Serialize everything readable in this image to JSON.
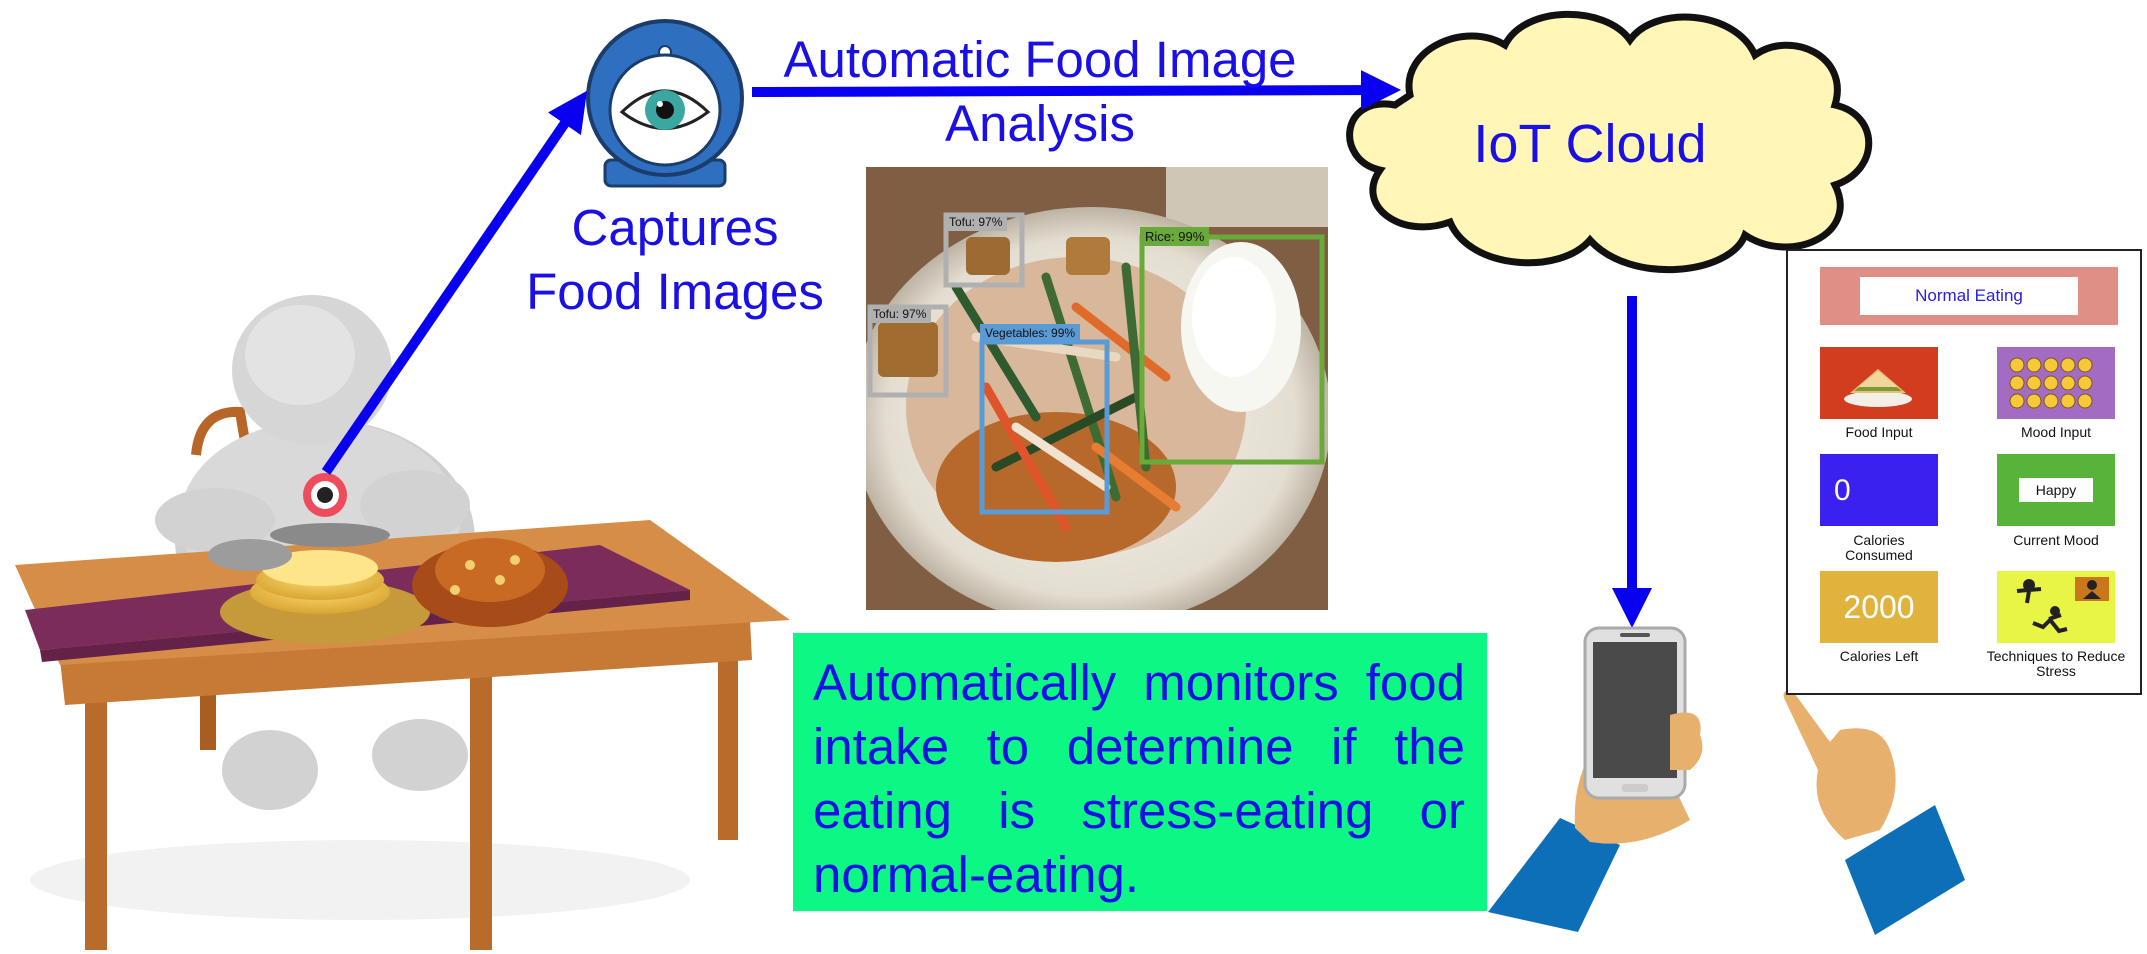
{
  "diagram": {
    "capture_label": [
      "Captures",
      "Food Images"
    ],
    "analysis_label": [
      "Automatic Food Image",
      "Analysis"
    ],
    "cloud_label": "IoT Cloud",
    "description": "Automatically monitors food intake to determine if the eating is stress-eating or normal-eating.",
    "colors": {
      "arrow": "#0a00f0",
      "label": "#1a10e6",
      "cloud_fill": "#fff6b8",
      "desc_bg": "#0cf783"
    }
  },
  "detections": [
    {
      "label": "Tofu: 97%",
      "color": "#b0b0b0"
    },
    {
      "label": "Tofu: 97%",
      "color": "#b0b0b0"
    },
    {
      "label": "Vegetables: 99%",
      "color": "#5b9bd5"
    },
    {
      "label": "Rice: 99%",
      "color": "#6aaa3a"
    }
  ],
  "app": {
    "title": "Normal Eating",
    "tiles": [
      {
        "caption": "Food Input",
        "icon": "sandwich-icon",
        "color": "#d23c1f"
      },
      {
        "caption": "Mood Input",
        "icon": "emoji-grid-icon",
        "color": "#a36bc2"
      },
      {
        "caption": "Calories Consumed",
        "value": "0",
        "color": "#3a21f0"
      },
      {
        "caption": "Current Mood",
        "value": "Happy",
        "color": "#58b33b"
      },
      {
        "caption": "Calories Left",
        "value": "2000",
        "color": "#e1b33d"
      },
      {
        "caption": "Techniques to Reduce Stress",
        "icon": "exercise-icon",
        "color": "#e9f544"
      }
    ]
  }
}
